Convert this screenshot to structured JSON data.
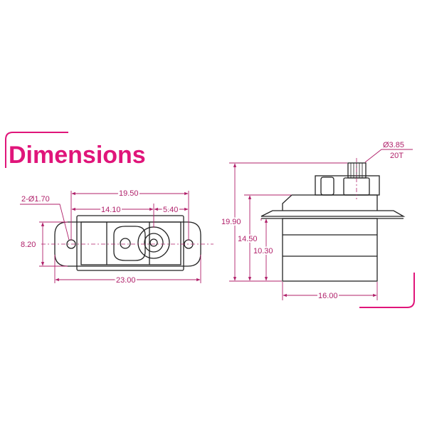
{
  "title": "Dimensions",
  "colors": {
    "accent": "#e0157a",
    "dimension": "#b0206a",
    "outline": "#222222"
  },
  "top_view": {
    "hole_label": "2-Ø1.70",
    "hole_spacing": "19.50",
    "hole_to_shaft": "14.10",
    "shaft_offset": "5.40",
    "tab_height": "8.20",
    "overall_length": "23.00"
  },
  "side_view": {
    "spline_diameter": "Ø3.85",
    "spline_teeth": "20T",
    "total_height": "19.90",
    "tab_height": "14.50",
    "case_height": "10.30",
    "case_width": "16.00"
  }
}
